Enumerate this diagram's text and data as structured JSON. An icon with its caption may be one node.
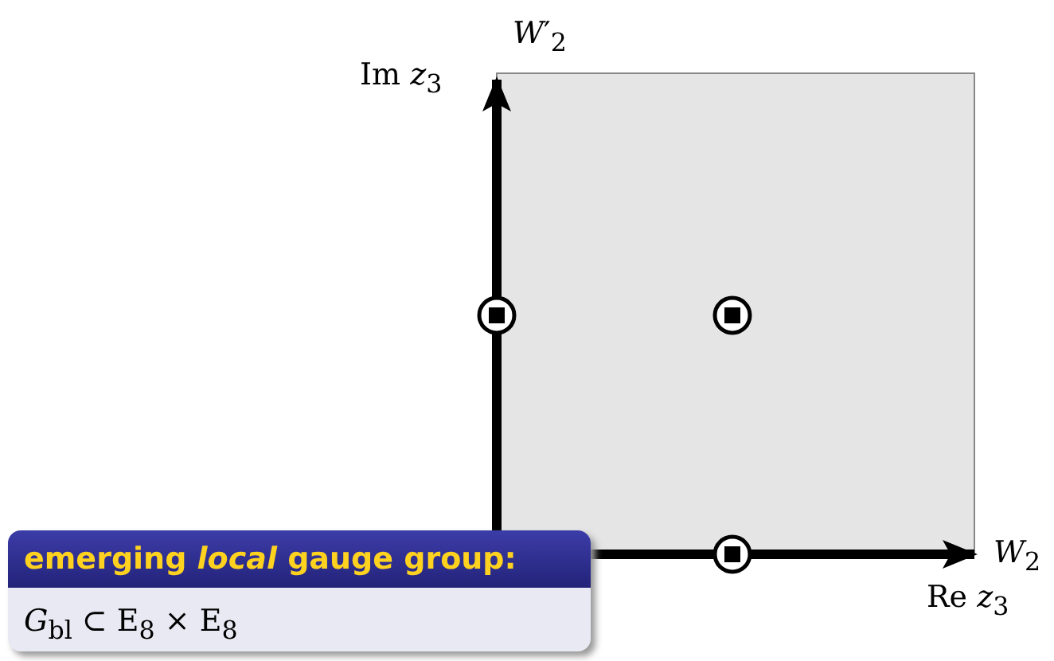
{
  "diagram": {
    "nodes": [
      {
        "text": [
          "emerging *local* gauge group:",
          "*G*$_{bl}$ ⊂ E$_{8}$ × E$_{8}$"
        ]
      }
    ],
    "labels": [
      "*W*′$_{2}$",
      "Im *z*$_{3}$",
      "*W*$_{2}$",
      "Re *z*$_{3}$"
    ]
  }
}
